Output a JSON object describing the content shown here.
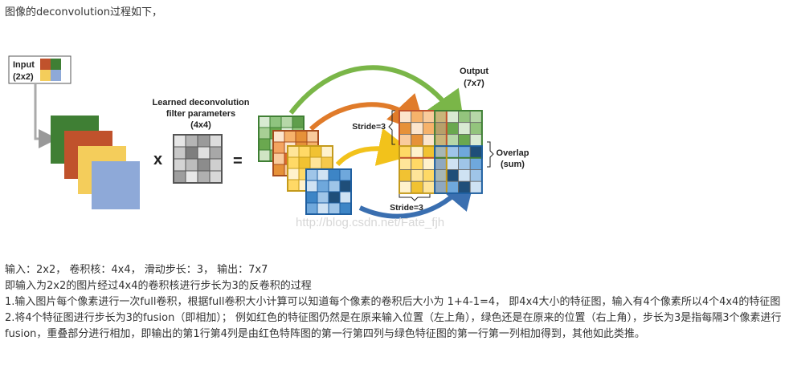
{
  "intro": "图像的deconvolution过程如下，",
  "figure": {
    "input_label": "Input",
    "input_size": "(2x2)",
    "filter_label_lines": [
      "Learned deconvolution",
      "filter parameters",
      "(4x4)"
    ],
    "multiply": "x",
    "equals": "=",
    "output_label": "Output",
    "output_size": "(7x7)",
    "stride_left": "Stride=3",
    "stride_bottom": "Stride=3",
    "overlap_label": "Overlap",
    "overlap_sub": "(sum)",
    "watermark": "http://blog.csdn.net/Fate_fjh",
    "colors": {
      "green": "#3f7f34",
      "orange": "#c0522c",
      "yellow": "#f4cd5b",
      "blue": "#8ea9d8"
    }
  },
  "body": {
    "line1": "输入：2x2， 卷积核：4x4， 滑动步长：3， 输出：7x7",
    "line2": "即输入为2x2的图片经过4x4的卷积核进行步长为3的反卷积的过程",
    "line3": "1.输入图片每个像素进行一次full卷积，根据full卷积大小计算可以知道每个像素的卷积后大小为 1+4-1=4， 即4x4大小的特征图，输入有4个像素所以4个4x4的特征图",
    "line4": "2.将4个特征图进行步长为3的fusion（即相加）； 例如红色的特征图仍然是在原来输入位置（左上角），绿色还是在原来的位置（右上角），步长为3是指每隔3个像素进行fusion，重叠部分进行相加，即输出的第1行第4列是由红色特阵图的第一行第四列与绿色特征图的第一行第一列相加得到，其他如此类推。"
  }
}
